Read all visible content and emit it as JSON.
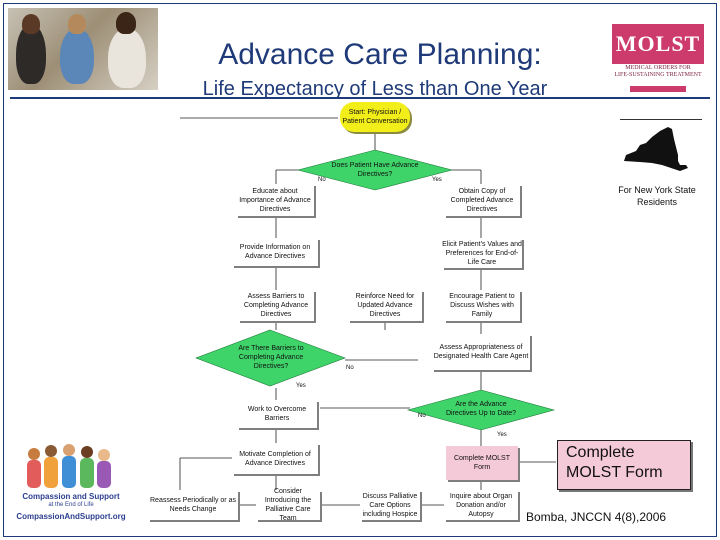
{
  "header": {
    "title": "Advance Care Planning:",
    "subtitle": "Life Expectancy of Less than One Year"
  },
  "molst_logo": {
    "badge": "MOLST",
    "line1": "MEDICAL ORDERS FOR",
    "line2": "LIFE-SUSTAINING TREATMENT"
  },
  "state_caption": "For New York State Residents",
  "flow": {
    "start": "Start: Physician / Patient Conversation",
    "decision_has_ad": "Does Patient Have Advance Directives?",
    "educate": "Educate about Importance of Advance Directives",
    "obtain_copy": "Obtain Copy of Completed Advance Directives",
    "provide_info": "Provide Information on Advance Directives",
    "elicit_values": "Elicit Patient's Values and Preferences for End-of-Life Care",
    "assess_barriers": "Assess Barriers to Completing Advance Directives",
    "reinforce": "Reinforce Need for Updated Advance Directives",
    "encourage": "Encourage Patient to Discuss Wishes with Family",
    "assess_agent": "Assess Appropriateness of Designated Health Care Agent",
    "decision_barriers": "Are There Barriers to Completing Advance Directives?",
    "decision_uptodate": "Are the Advance Directives Up to Date?",
    "work_overcome": "Work to Overcome Barriers",
    "motivate": "Motivate Completion of Advance Directives",
    "complete_molst": "Complete MOLST Form",
    "reassess": "Reassess Periodically or as Needs Change",
    "consider_palliative": "Consider Introducing the Palliative Care Team",
    "discuss_palliative": "Discuss Palliative Care Options including Hospice",
    "inquire_organ": "Inquire about Organ Donation and/or Autopsy",
    "labels": {
      "no_1": "No",
      "yes_1": "Yes",
      "no_2": "No",
      "yes_2": "Yes",
      "no_3": "No",
      "yes_3": "Yes"
    }
  },
  "callout": {
    "line1": "Complete",
    "line2": "MOLST Form"
  },
  "citation": "Bomba, JNCCN 4(8),2006",
  "cs_logo": {
    "line1": "Compassion and Support",
    "line2": "at the End of Life",
    "line3": "CompassionAndSupport.org"
  },
  "colors": {
    "title_blue": "#1f3a78",
    "diamond_green": "#3fd46a",
    "start_yellow": "#f2ee1a",
    "molst_pink": "#cc3b6b",
    "callout_pink": "#f4c9d8"
  },
  "icons": [
    "new-york-state-icon",
    "people-group-icon"
  ]
}
